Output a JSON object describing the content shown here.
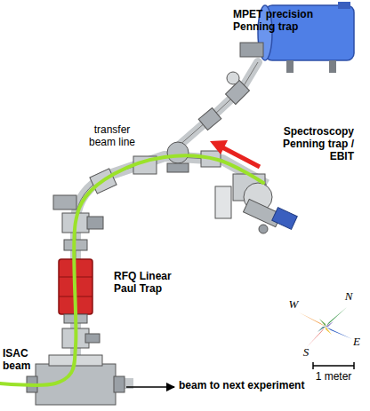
{
  "diagram": {
    "labels": [
      "MPET precision Penning trap",
      "transfer beam line",
      "Spectroscopy Penning trap / EBIT",
      "RFQ Linear Paul Trap",
      "ISAC beam",
      "beam to next experiment",
      "W",
      "N",
      "E",
      "S",
      "1 meter"
    ]
  }
}
